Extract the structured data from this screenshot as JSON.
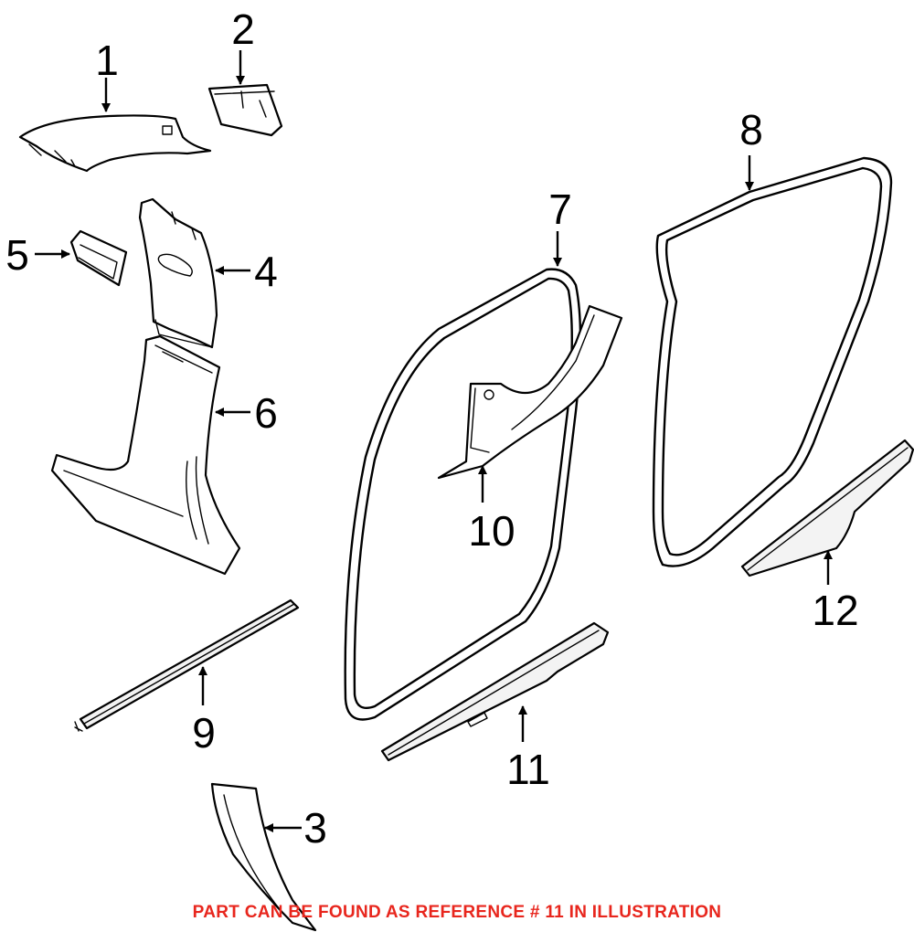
{
  "callouts": {
    "c1": "1",
    "c2": "2",
    "c3": "3",
    "c4": "4",
    "c5": "5",
    "c6": "6",
    "c7": "7",
    "c8": "8",
    "c9": "9",
    "c10": "10",
    "c11": "11",
    "c12": "12"
  },
  "footer_note": "PART CAN BE FOUND AS REFERENCE # 11 IN ILLUSTRATION",
  "colors": {
    "line": "#000000",
    "note": "#e8261d",
    "background": "#ffffff"
  }
}
